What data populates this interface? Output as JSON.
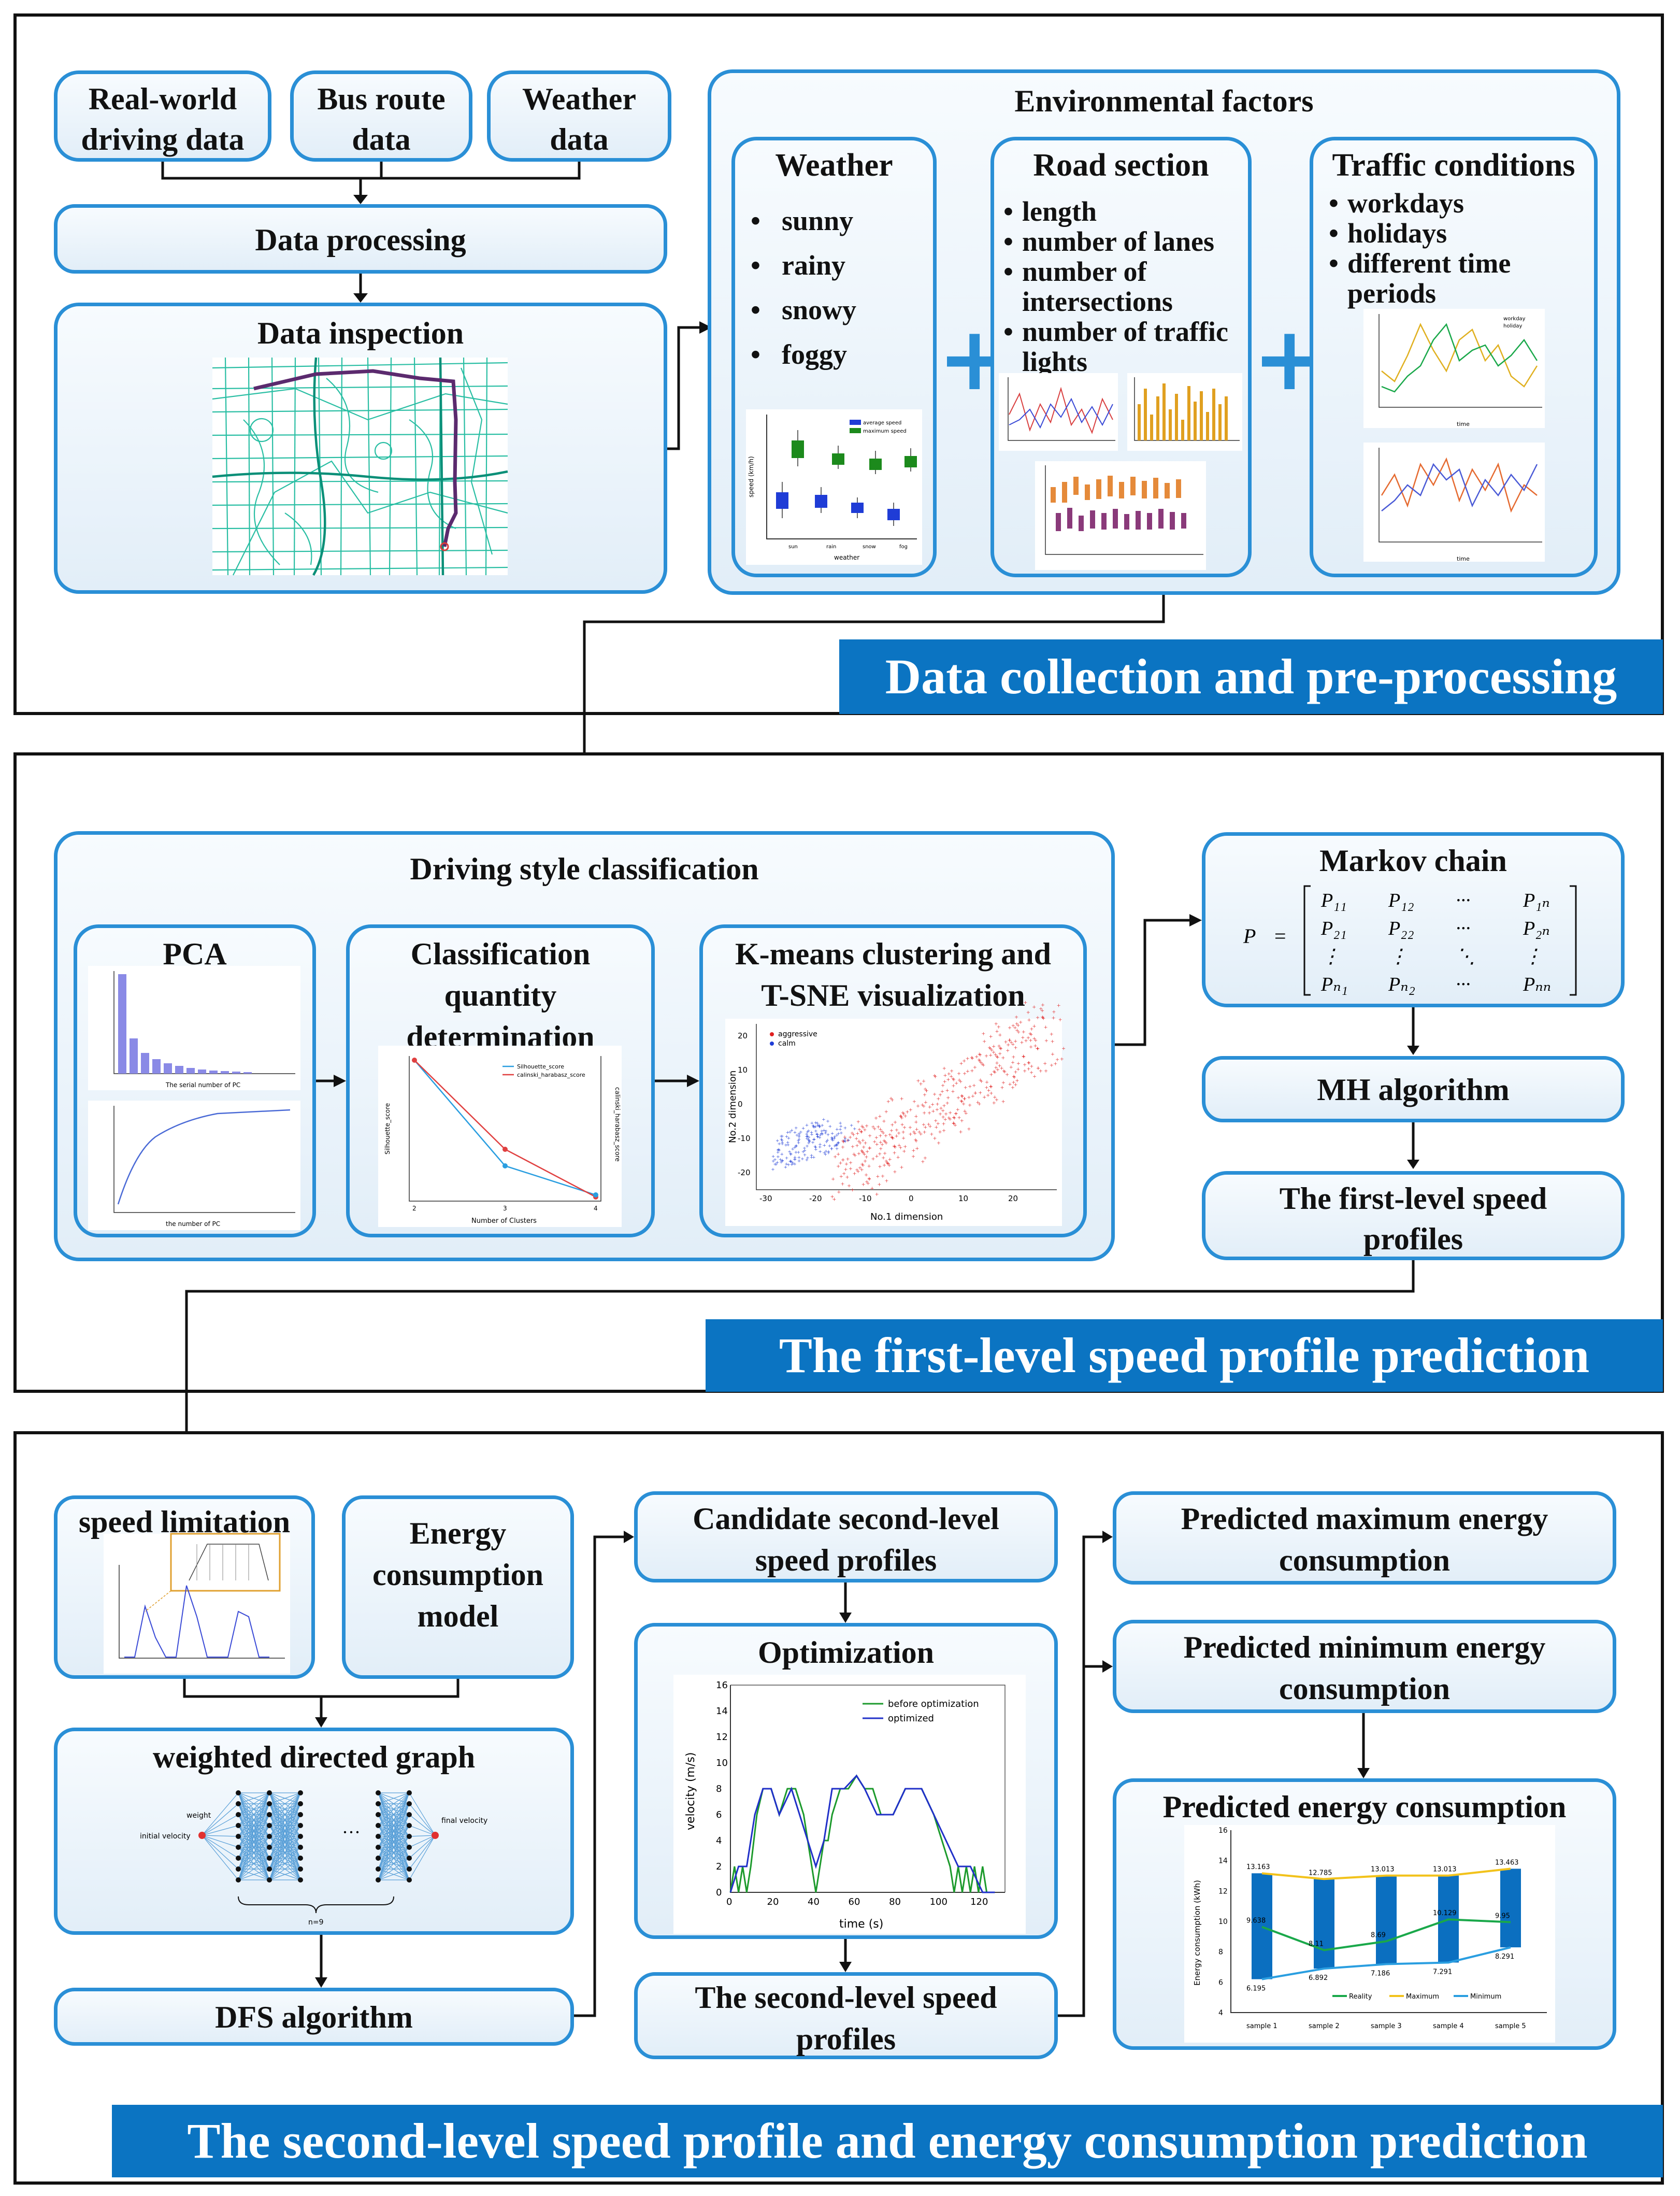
{
  "sections": {
    "s1_banner": "Data collection and pre-processing",
    "s2_banner": "The first-level speed profile prediction",
    "s3_banner": "The second-level speed profile and energy consumption prediction"
  },
  "s1": {
    "real_world": [
      "Real-world",
      "driving data"
    ],
    "bus_route": [
      "Bus route",
      "data"
    ],
    "weather_data": [
      "Weather",
      "data"
    ],
    "data_processing": "Data processing",
    "data_inspection": "Data inspection",
    "env_title": "Environmental factors",
    "weather": {
      "title": "Weather",
      "items": [
        "sunny",
        "rainy",
        "snowy",
        "foggy"
      ],
      "chart": {
        "legend": [
          "average speed",
          "maximum speed"
        ],
        "categories": [
          "sun",
          "rain",
          "snow",
          "fog"
        ],
        "xlabel": "weather",
        "ylabel": "speed (km/h)"
      }
    },
    "road": {
      "title": "Road section",
      "items": [
        "length",
        "number of lanes",
        "number of",
        "intersections",
        "number of traffic",
        "lights"
      ]
    },
    "traffic": {
      "title": "Traffic conditions",
      "items": [
        "workdays",
        "holidays",
        "different time",
        "periods"
      ],
      "legend": [
        "workday",
        "holiday"
      ],
      "xlabel": "time"
    }
  },
  "s2": {
    "dsc_title": "Driving style classification",
    "pca": {
      "title": "PCA",
      "xlabel_top": "The serial number of PC",
      "xlabel_bottom": "the number of PC"
    },
    "cqd": {
      "title": [
        "Classification",
        "quantity",
        "determination"
      ],
      "xlabel": "Number of Clusters",
      "ylabel_left": "Silhouette_score",
      "ylabel_right": "calinski_harabasz_score",
      "legend": [
        "Silhouette_score",
        "calinski_harabasz_score"
      ],
      "xticks": [
        "2",
        "3",
        "4"
      ]
    },
    "kmeans": {
      "title": [
        "K-means clustering and",
        "T-SNE visualization"
      ],
      "legend": [
        "aggressive",
        "calm"
      ],
      "xlabel": "No.1 dimension",
      "ylabel": "No.2 dimension",
      "xticks": [
        "-30",
        "-20",
        "-10",
        "0",
        "10",
        "20"
      ],
      "yticks": [
        "20",
        "10",
        "0",
        "-10",
        "-20"
      ]
    },
    "markov": "Markov chain",
    "mh": "MH algorithm",
    "first_level": [
      "The first-level speed",
      "profiles"
    ],
    "matrix": {
      "P": "P",
      "eq": "=",
      "rows": [
        [
          "P₁₁",
          "P₁₂",
          "···",
          "P₁ₙ"
        ],
        [
          "P₂₁",
          "P₂₂",
          "···",
          "P₂ₙ"
        ],
        [
          "⋮",
          "⋮",
          "⋱",
          "⋮"
        ],
        [
          "Pₙ₁",
          "Pₙ₂",
          "···",
          "Pₙₙ"
        ]
      ]
    }
  },
  "s3": {
    "speed_limit": "speed limitation",
    "ecm": [
      "Energy",
      "consumption",
      "model"
    ],
    "wdg": "weighted directed graph",
    "wdg_labels": {
      "weight": "weight",
      "initial": "initial velocity",
      "final": "final velocity",
      "n": "n=9"
    },
    "dfs": "DFS algorithm",
    "candidate": [
      "Candidate second-level",
      "speed profiles"
    ],
    "optimization": "Optimization",
    "opt_chart": {
      "legend": [
        "before optimization",
        "optimized"
      ],
      "xlabel": "time (s)",
      "ylabel": "velocity (m/s)",
      "xticks": [
        "0",
        "20",
        "40",
        "60",
        "80",
        "100",
        "120"
      ],
      "yticks": [
        "0",
        "2",
        "4",
        "6",
        "8",
        "10",
        "12",
        "14",
        "16"
      ]
    },
    "second_level": [
      "The second-level  speed",
      "profiles"
    ],
    "pred_max": [
      "Predicted maximum energy",
      "consumption"
    ],
    "pred_min": [
      "Predicted  minimum energy",
      "consumption"
    ],
    "pred": "Predicted  energy consumption"
  },
  "chart_data": [
    {
      "type": "bar",
      "title": "",
      "ylabel": "Energy consumption (kWh)",
      "categories": [
        "sample 1",
        "sample 2",
        "sample 3",
        "sample 4",
        "sample 5"
      ],
      "ylim": [
        4,
        16
      ],
      "yticks": [
        "4",
        "6",
        "8",
        "10",
        "12",
        "14",
        "16"
      ],
      "series": [
        {
          "name": "Reality",
          "values": [
            9.638,
            8.11,
            8.69,
            10.129,
            9.95
          ]
        },
        {
          "name": "Maximum",
          "values": [
            13.163,
            12.785,
            13.013,
            13.013,
            13.463
          ]
        },
        {
          "name": "Minimum",
          "values": [
            6.195,
            6.892,
            7.186,
            7.291,
            8.291
          ]
        }
      ],
      "value_labels": {
        "max": [
          "13.163",
          "12.785",
          "13.013",
          "13.013",
          "13.463"
        ],
        "real": [
          "9.638",
          "8.11",
          "8.69",
          "10.129",
          "9.95"
        ],
        "min": [
          "6.195",
          "6.892",
          "7.186",
          "7.291",
          "8.291"
        ]
      },
      "colors": {
        "bar": "#0b6fc0",
        "reality": "#1aa84a",
        "maximum": "#f2c21b",
        "minimum": "#2a9ee0"
      },
      "legend": "bottom-right"
    },
    {
      "type": "line",
      "title": "",
      "xlabel": "Number of Clusters",
      "x": [
        2,
        3,
        4
      ],
      "series": [
        {
          "name": "Silhouette_score",
          "values": [
            0.55,
            0.34,
            0.27
          ]
        },
        {
          "name": "calinski_harabasz_score",
          "values": [
            525,
            400,
            350
          ]
        }
      ]
    }
  ],
  "colors": {
    "accent": "#2a8fd6",
    "banner": "#0b74c2"
  }
}
